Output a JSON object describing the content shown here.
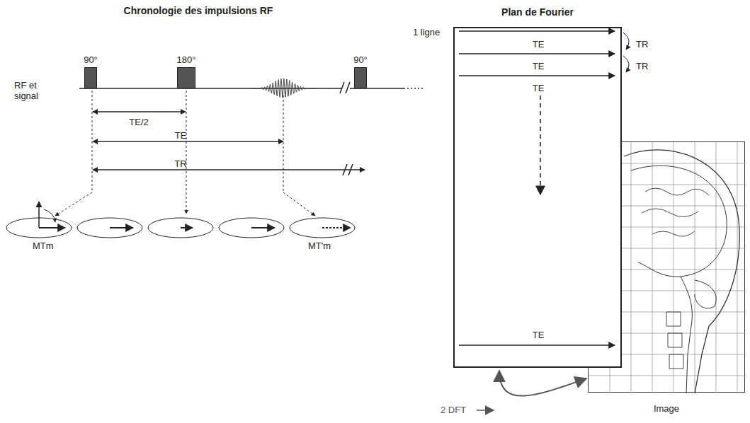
{
  "diagram": {
    "nodes": [
      {
        "text": [
          "90°"
        ]
      },
      {
        "text": [
          "180°"
        ]
      },
      {
        "text": [
          "90°"
        ]
      },
      {
        "text": [
          "Image"
        ]
      },
      {
        "text": [
          "Plan de Fourier"
        ]
      }
    ],
    "edges": [
      {
        "from": 4,
        "to": 3,
        "arrow": "both",
        "label": "2 DFT"
      }
    ],
    "labels": [
      "Chronologie des impulsions RF",
      "RF et signal",
      "TE/2",
      "TE",
      "TR",
      "MTm",
      "MT'm",
      "1 ligne",
      "TE",
      "TE",
      "TE",
      "TE",
      "TR",
      "TR"
    ]
  }
}
